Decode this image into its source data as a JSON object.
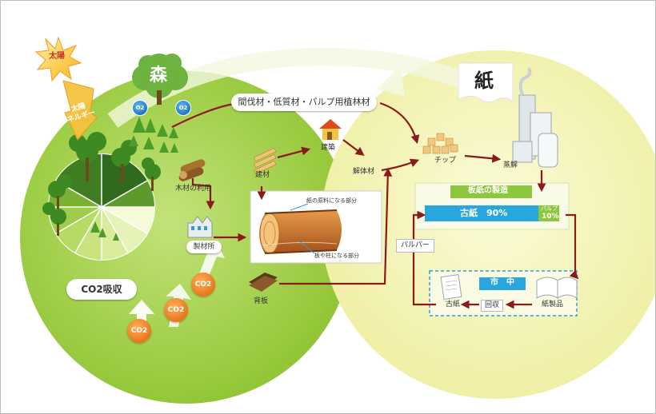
{
  "labels": {
    "sun": "太陽",
    "solar_energy_line1": "太陽",
    "solar_energy_line2": "エネルギー",
    "forest": "森",
    "o2_left": "O2",
    "o2_right": "O2",
    "timber_types": "間伐材・低質材・パルプ用植林材",
    "paper": "紙",
    "wood_use": "木材の利用",
    "sawmill": "製材所",
    "building_material": "建材",
    "construction": "建築",
    "demolition_wood": "解体材",
    "chip": "チップ",
    "cooking": "蒸解",
    "paperboard_production": "板紙の製造",
    "waste_paper_ratio": "古紙　90%",
    "pulp_ratio_line1": "パルプ",
    "pulp_ratio_line2": "10%",
    "pulper": "パルパー",
    "market": "市　中",
    "waste_paper": "古紙",
    "collection": "回収",
    "paper_products": "紙製品",
    "paper_raw_part": "紙の原料になる部分",
    "board_pillar_part": "板や柱になる部分",
    "back_board": "背板",
    "co2_absorption": "CO2吸収",
    "co2_1": "CO2",
    "co2_2": "CO2",
    "co2_3": "CO2"
  },
  "colors": {
    "forest_circle": "#9ccc3a",
    "paper_circle": "#f4f4b0",
    "arrow": "#8b1a1a",
    "market_border": "#2a9fd6",
    "production_header": "#8dc63f",
    "production_bar": "#2aa6df",
    "pulp_bar": "#8dc63f"
  }
}
